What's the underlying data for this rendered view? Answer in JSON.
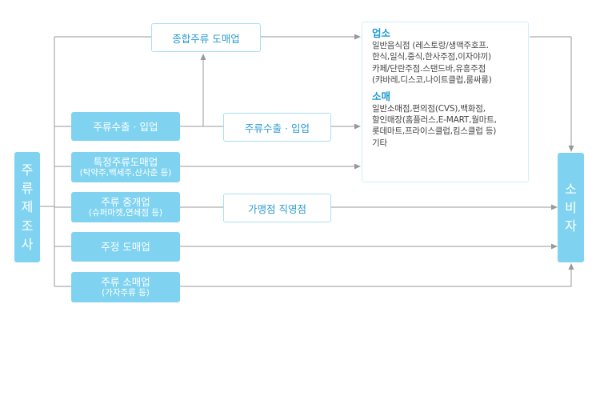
{
  "manufacturer": "주류제조사",
  "consumer": "소비자",
  "comprehensive_wholesale": "종합주류 도매업",
  "import_export_left": "주류수출 · 입업",
  "import_export_mid": "주류수출 · 입업",
  "special_wholesale": {
    "title": "특정주류도매업",
    "subtitle": "(탁약주,백세주,산사춘 등)"
  },
  "broker": {
    "title": "주류 중개업",
    "subtitle": "(슈퍼마켓,연쇄점 등)"
  },
  "franchise": "가맹점 직영점",
  "sake_wholesale": "주정 도매업",
  "retail": {
    "title": "주류 소매업",
    "subtitle": "(가자주류 등)"
  },
  "venues": {
    "title": "업소",
    "lines": [
      "일반음식점 (레스토랑/생맥주호프.",
      "한식,일식,중식,한사주점,이자야끼)",
      "카페/단란주점.스탠드바,유흥주점",
      "(캬바레,디스코,나이트클럽,룸싸롱)"
    ]
  },
  "retail_shops": {
    "title": "소매",
    "lines": [
      "일반소매점,편의점(CVS),백화점,",
      "할인매장(홈플러스,E-MART,월마트,",
      "롯데마트,프라이스클럽,킴스클럽 등)",
      "기타"
    ]
  },
  "colors": {
    "box_fill": "#7fd3f0",
    "outline": "#a9dff2",
    "line": "#999999",
    "heading": "#1f9ad3"
  }
}
